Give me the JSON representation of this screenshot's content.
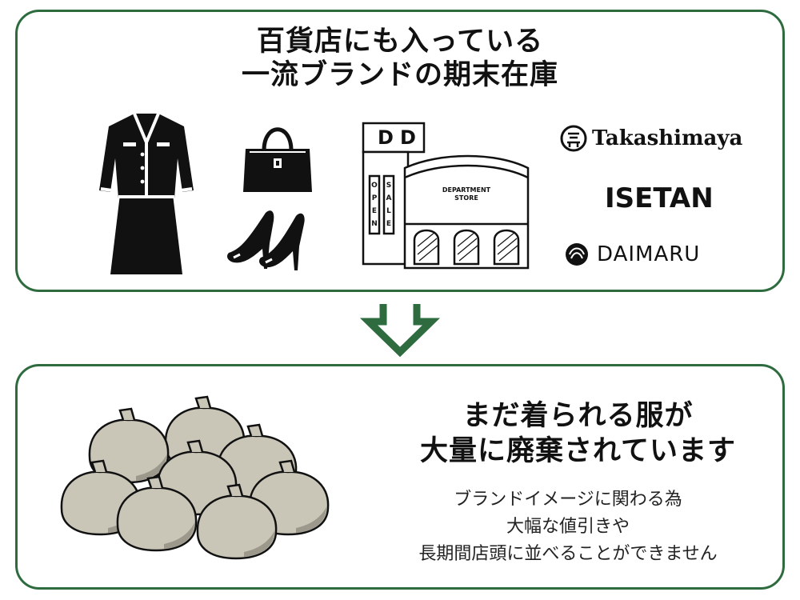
{
  "top_panel": {
    "title_lines": [
      "百貨店にも入っている",
      "一流ブランドの期末在庫"
    ],
    "store_sign": {
      "letters": [
        "D",
        "D"
      ],
      "name_line1": "DEPARTMENT",
      "name_line2": "STORE",
      "banner_left": [
        "O",
        "P",
        "E",
        "N"
      ],
      "banner_right": [
        "S",
        "A",
        "L",
        "E"
      ]
    },
    "brands": [
      "Takashimaya",
      "ISETAN",
      "DAIMARU"
    ],
    "icons": [
      "suit-icon",
      "handbag-icon",
      "high-heels-icon",
      "department-store-icon"
    ]
  },
  "bottom_panel": {
    "title_lines": [
      "まだ着られる服が",
      "大量に廃棄されています"
    ],
    "body_lines": [
      "ブランドイメージに関わる為",
      "大幅な値引きや",
      "長期間店頭に並べることができません"
    ],
    "icons": [
      "garbage-bags-icon"
    ]
  },
  "colors": {
    "accent": "#2e6b3f",
    "bag_fill": "#c9c6b8",
    "bag_shadow": "#9c998c"
  }
}
